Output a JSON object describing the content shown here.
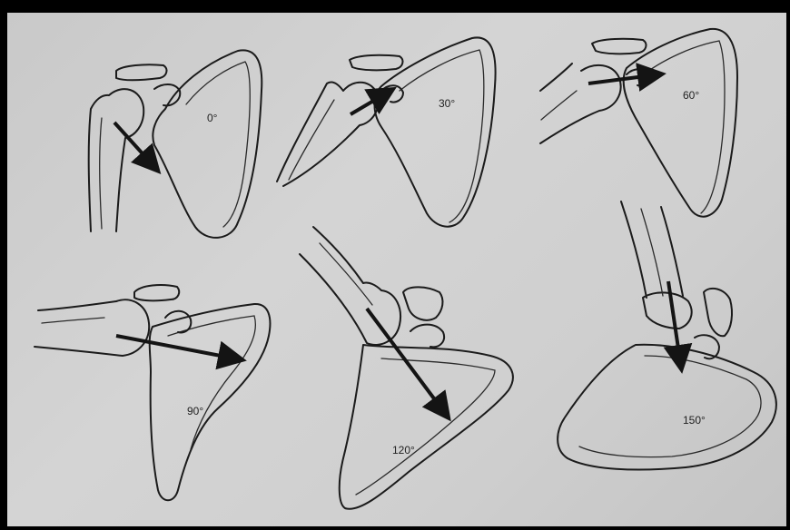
{
  "figure": {
    "panels": [
      {
        "id": "p0",
        "label": "0°"
      },
      {
        "id": "p30",
        "label": "30°"
      },
      {
        "id": "p60",
        "label": "60°"
      },
      {
        "id": "p90",
        "label": "90°"
      },
      {
        "id": "p120",
        "label": "120°"
      },
      {
        "id": "p150",
        "label": "150°"
      }
    ]
  },
  "colors": {
    "background": "#cfcfcf",
    "frame": "#000000",
    "ink": "#1b1b1b"
  }
}
